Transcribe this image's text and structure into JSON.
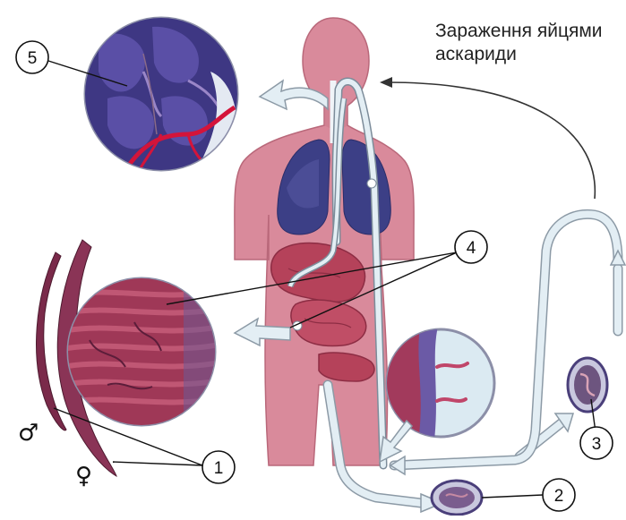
{
  "caption": {
    "line1": "Зараження яйцями",
    "line2": "аскариди"
  },
  "markers": [
    {
      "id": "1",
      "label": "1"
    },
    {
      "id": "2",
      "label": "2"
    },
    {
      "id": "3",
      "label": "3"
    },
    {
      "id": "4",
      "label": "4"
    },
    {
      "id": "5",
      "label": "5"
    }
  ],
  "sex_symbols": {
    "male": "♂",
    "female": "♀"
  },
  "colors": {
    "skin": "#d98a9b",
    "lung": "#3c3f86",
    "intestine": "#b5425a",
    "vessel": "#e3eef4",
    "worm": "#7a2a4a",
    "egg": "#4a3f7a"
  }
}
